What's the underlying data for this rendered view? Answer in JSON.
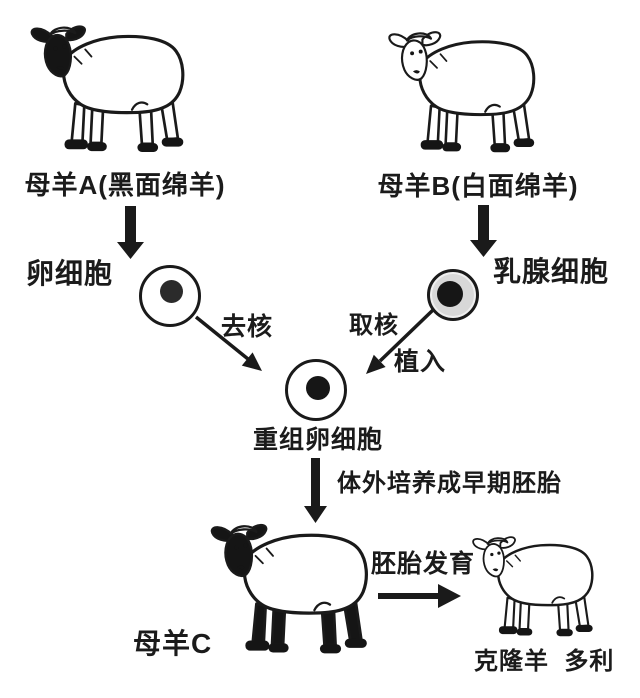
{
  "diagram": {
    "subject": "dolly-cloning-process",
    "ewe_a_label": "母羊A(黑面绵羊)",
    "ewe_b_label": "母羊B(白面绵羊)",
    "egg_cell_label": "卵细胞",
    "mammary_cell_label": "乳腺细胞",
    "remove_nucleus_label": "去核",
    "take_nucleus_label": "取核",
    "implant_label": "植入",
    "recombined_egg_label": "重组卵细胞",
    "culture_label": "体外培养成早期胚胎",
    "ewe_c_label": "母羊C",
    "embryo_dev_label": "胚胎发育",
    "dolly_label": "克隆羊  多利",
    "colors": {
      "ink": "#1a1a1a",
      "black_face": "#151515",
      "mammary_cytoplasm": "#d8d8d8",
      "background": "#ffffff"
    }
  }
}
